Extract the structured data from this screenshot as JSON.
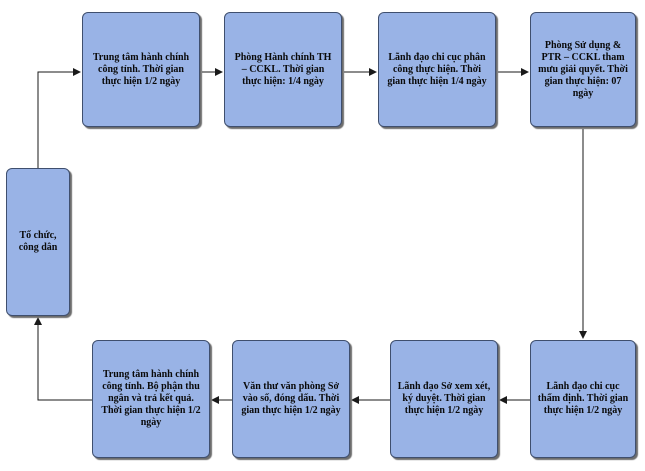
{
  "nodes": {
    "n1": "Trung tâm hành chính công tỉnh. Thời gian thực hiện 1/2 ngày",
    "n2": "Phòng Hành chính TH – CCKL. Thời gian thực hiện: 1/4 ngày",
    "n3": "Lãnh đạo chi cục phân công thực hiện. Thời gian thực hiện 1/4 ngày",
    "n4": "Phòng Sử dụng & PTR – CCKL tham mưu giải quyết. Thời gian thực hiện: 07 ngày",
    "n5": "Lãnh đạo chi cục thẩm định. Thời gian thực hiện 1/2 ngày",
    "n6": "Lãnh đạo Sở xem xét, ký duyệt. Thời gian thực hiện 1/2 ngày",
    "n7": "Văn thư văn phòng Sở vào số, đóng dấu. Thời gian thực hiện 1/2 ngày",
    "n8": "Trung tâm hành chính công tỉnh. Bộ phận thu ngân và trả kết quả. Thời gian thực hiện 1/2 ngày",
    "n9": "Tổ chức, công dân"
  },
  "colors": {
    "box_fill": "#99b3e6",
    "box_border": "#3f4f6e",
    "arrow": "#1a1a1a"
  }
}
